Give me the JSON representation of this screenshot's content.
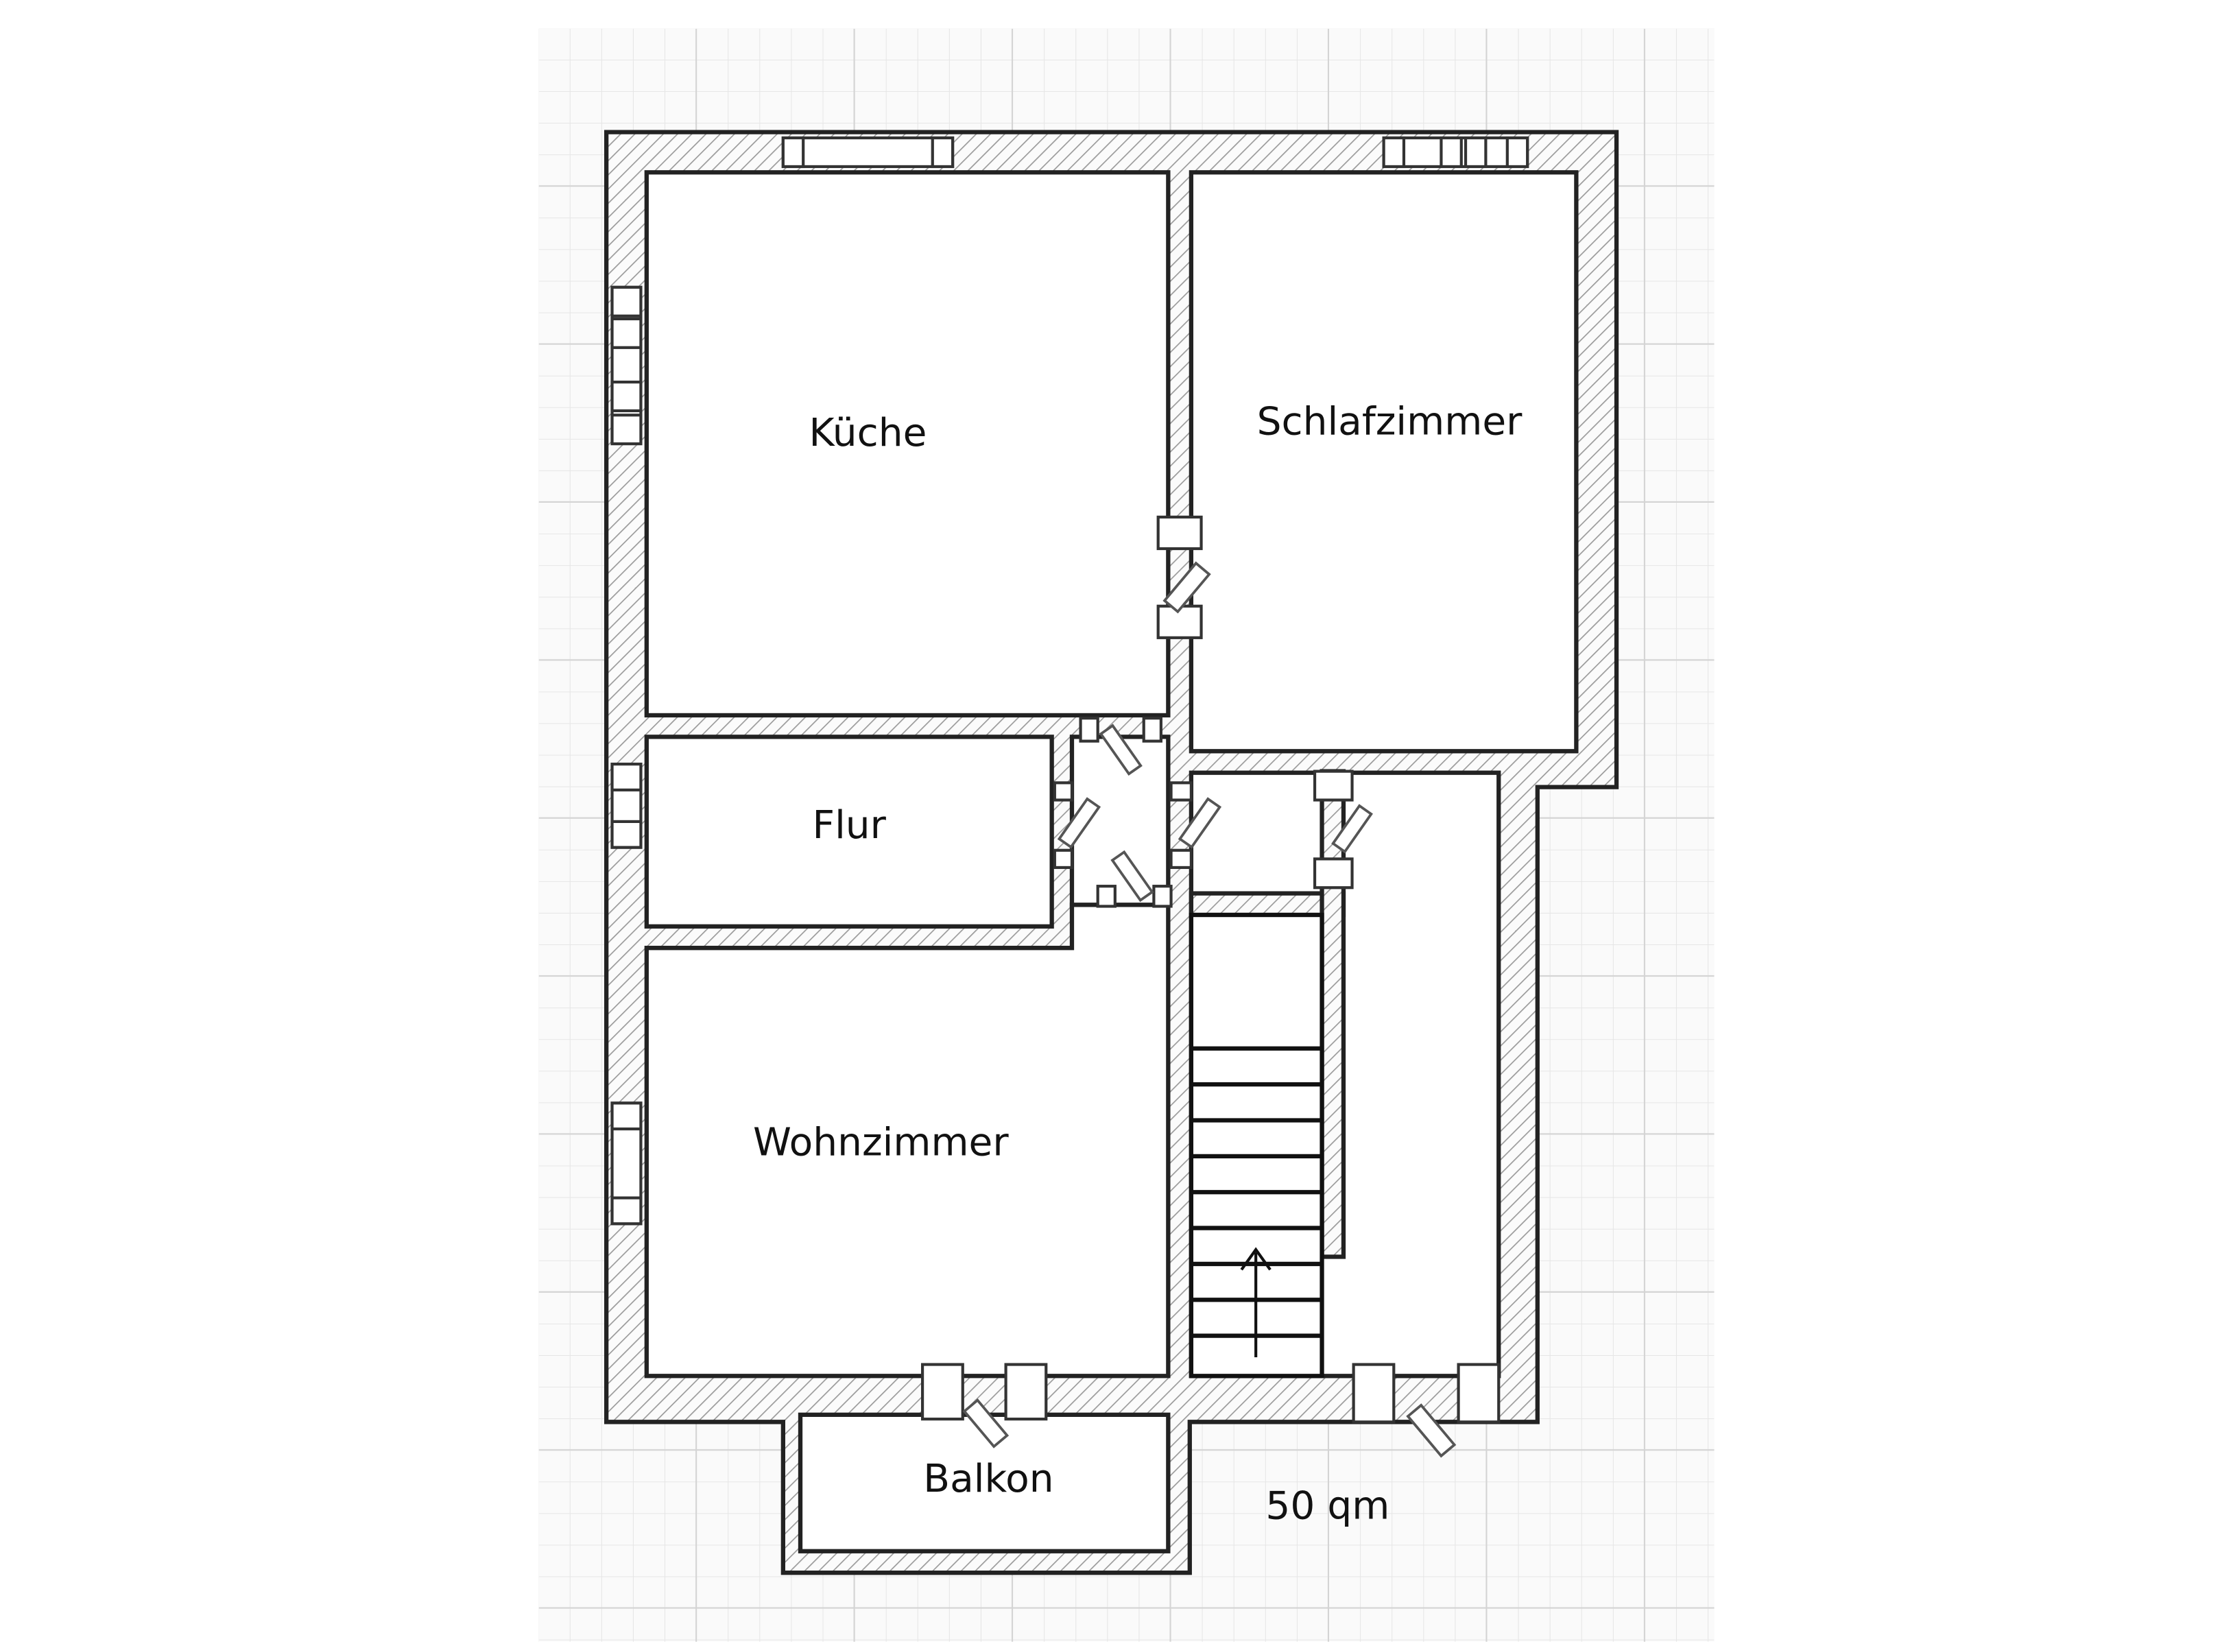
{
  "rooms": {
    "kueche": "Küche",
    "schlafzimmer": "Schlafzimmer",
    "flur": "Flur",
    "wohnzimmer": "Wohnzimmer",
    "balkon": "Balkon"
  },
  "area_label": "50 qm",
  "colors": {
    "wall_line": "#222222",
    "hatch": "#9a9a9a",
    "grid": "#e3e3e3",
    "grid_major": "#d2d2d2"
  }
}
